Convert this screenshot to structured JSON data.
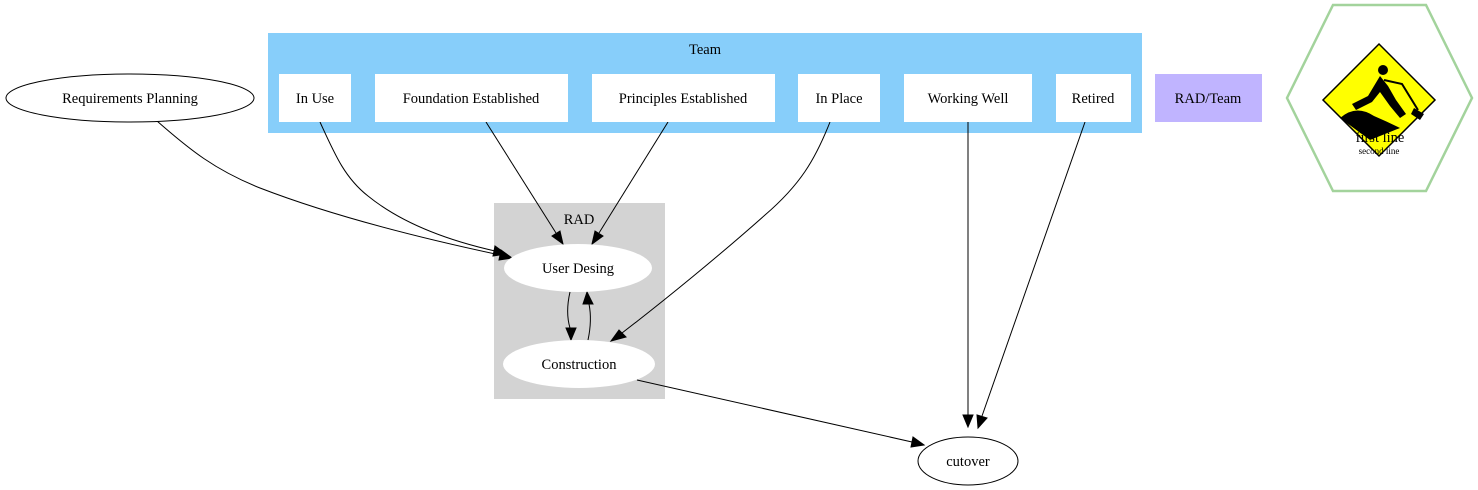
{
  "colors": {
    "team_cluster": "#87cefa",
    "rad_cluster": "#d3d3d3",
    "rad_team_box": "#c0b4ff",
    "hexagon_stroke": "#a3d39c",
    "sign_yellow": "#ffff00",
    "node_fill": "#ffffff",
    "edge": "#000000"
  },
  "clusters": {
    "team": {
      "label": "Team"
    },
    "rad": {
      "label": "RAD"
    }
  },
  "nodes": {
    "requirements_planning": "Requirements Planning",
    "in_use": "In Use",
    "foundation_established": "Foundation Established",
    "principles_established": "Principles Established",
    "in_place": "In Place",
    "working_well": "Working Well",
    "retired": "Retired",
    "rad_team": "RAD/Team",
    "user_desing": "User Desing",
    "construction": "Construction",
    "cutover": "cutover"
  },
  "hexagon_node": {
    "icon": "construction-worker-sign-icon",
    "first_line": "first line",
    "second_line": "second line"
  },
  "edges": [
    {
      "from": "Requirements Planning",
      "to": "User Desing"
    },
    {
      "from": "In Use",
      "to": "User Desing"
    },
    {
      "from": "Foundation Established",
      "to": "User Desing"
    },
    {
      "from": "Principles Established",
      "to": "User Desing"
    },
    {
      "from": "In Place",
      "to": "Construction"
    },
    {
      "from": "Working Well",
      "to": "cutover"
    },
    {
      "from": "Retired",
      "to": "cutover"
    },
    {
      "from": "User Desing",
      "to": "Construction"
    },
    {
      "from": "Construction",
      "to": "User Desing"
    },
    {
      "from": "Construction",
      "to": "cutover"
    }
  ]
}
